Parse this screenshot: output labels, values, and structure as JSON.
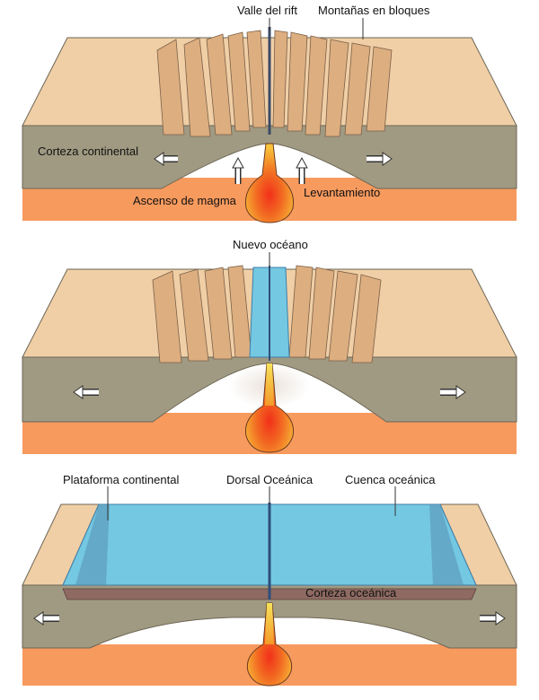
{
  "panel1": {
    "labels": {
      "rift_valley": "Valle del rift",
      "block_mountains": "Montañas en bloques",
      "continental_crust": "Corteza continental",
      "magma_rise": "Ascenso de magma",
      "uplift": "Levantamiento"
    }
  },
  "panel2": {
    "labels": {
      "new_ocean": "Nuevo océano"
    }
  },
  "panel3": {
    "labels": {
      "continental_shelf": "Plataforma continental",
      "ocean_ridge": "Dorsal Oceánica",
      "ocean_basin": "Cuenca oceánica",
      "oceanic_crust": "Corteza oceánica"
    }
  },
  "colors": {
    "surface": "#F0CFA6",
    "cliff": "#D9A878",
    "crust": "#A09A82",
    "mantle": "#F79A5E",
    "magma": "#F04A1E",
    "water": "#74C8E2",
    "oceanic_crust": "#8E6A62"
  }
}
